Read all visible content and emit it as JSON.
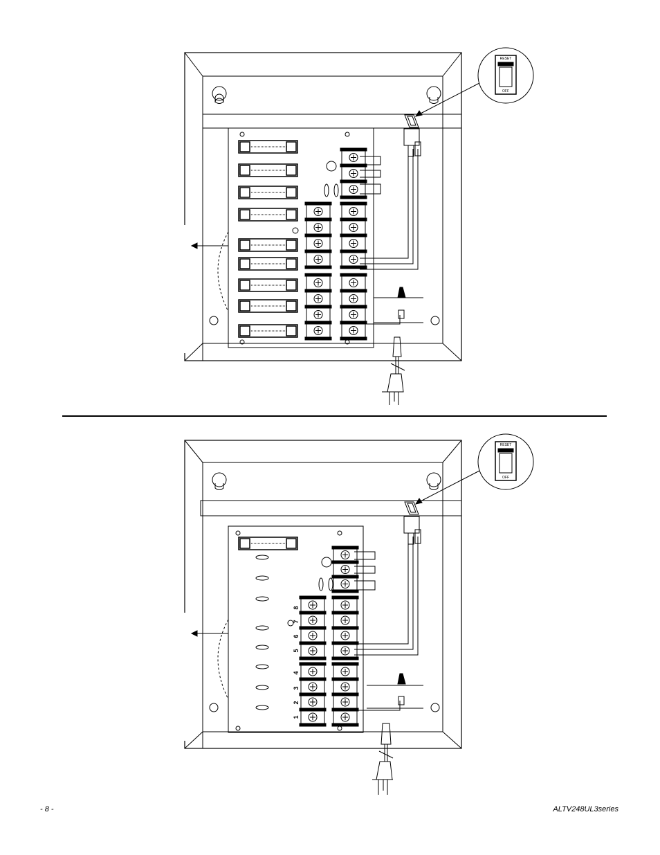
{
  "footer": {
    "page_number": "- 8 -",
    "doc_id": "ALTV248UL3series"
  },
  "switch_callout": {
    "reset_label": "RESET",
    "off_label": "OFF"
  },
  "bottom_diagram": {
    "terminal_numbers": [
      "8",
      "7",
      "6",
      "5",
      "4",
      "3",
      "2",
      "1"
    ]
  }
}
